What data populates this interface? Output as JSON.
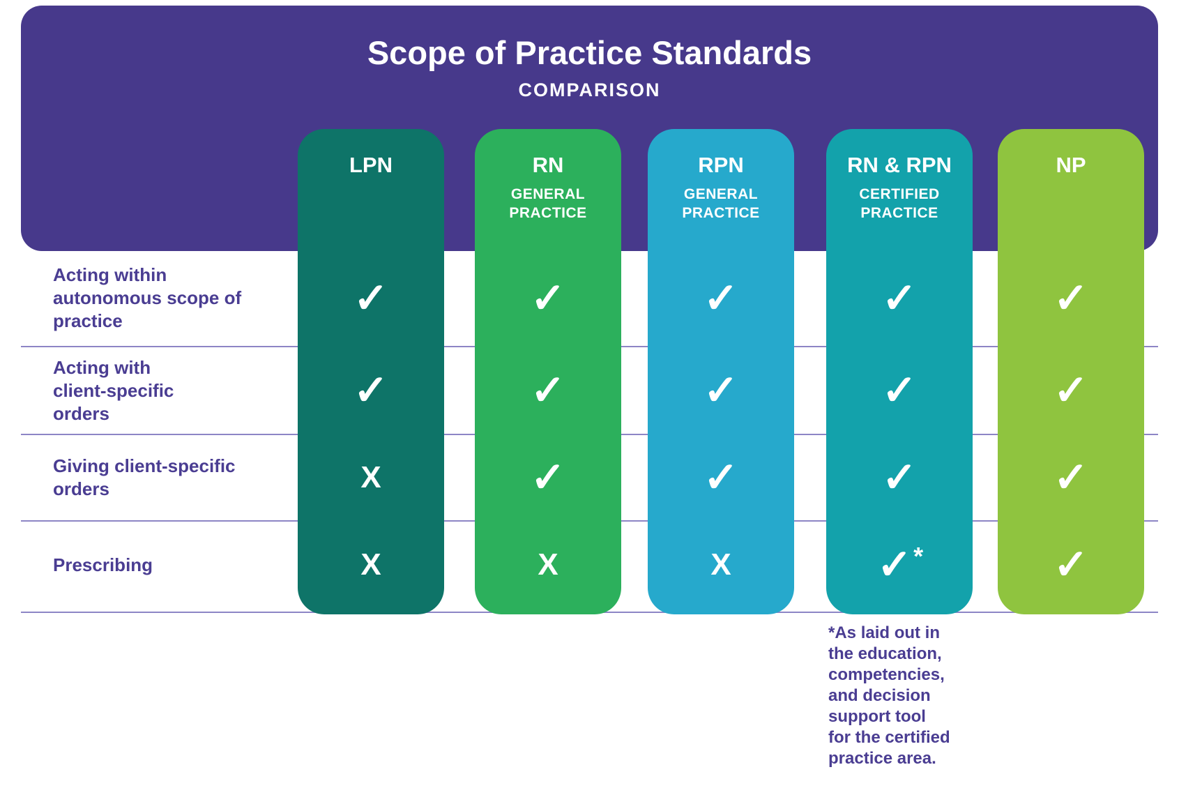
{
  "header": {
    "title": "Scope of Practice Standards",
    "subtitle": "COMPARISON"
  },
  "columns": [
    {
      "title": "LPN",
      "subtitle": "",
      "color": "#0e7468"
    },
    {
      "title": "RN",
      "subtitle": "GENERAL\nPRACTICE",
      "color": "#2cb05c"
    },
    {
      "title": "RPN",
      "subtitle": "GENERAL\nPRACTICE",
      "color": "#26a9cc"
    },
    {
      "title": "RN & RPN",
      "subtitle": "CERTIFIED\nPRACTICE",
      "color": "#13a2ab"
    },
    {
      "title": "NP",
      "subtitle": "",
      "color": "#8fc43f"
    }
  ],
  "rows": [
    {
      "label": "Acting within\nautonomous scope of\npractice",
      "marks": [
        "✓",
        "✓",
        "✓",
        "✓",
        "✓"
      ]
    },
    {
      "label": "Acting with\nclient-specific\norders",
      "marks": [
        "✓",
        "✓",
        "✓",
        "✓",
        "✓"
      ]
    },
    {
      "label": "Giving client-specific\norders",
      "marks": [
        "X",
        "✓",
        "✓",
        "✓",
        "✓"
      ]
    },
    {
      "label": "Prescribing",
      "marks": [
        "X",
        "X",
        "X",
        "✓",
        "✓"
      ]
    }
  ],
  "footnote": {
    "marker": "*",
    "text": "*As laid out in\nthe education,\ncompetencies,\nand decision\nsupport tool\nfor the certified\npractice area."
  },
  "colors": {
    "banner": "#47398b",
    "label_text": "#4a3d92",
    "divider": "#8d85c5",
    "mark": "#ffffff"
  },
  "chart_data": {
    "type": "table",
    "title": "Scope of Practice Standards",
    "subtitle": "COMPARISON",
    "columns": [
      "LPN",
      "RN GENERAL PRACTICE",
      "RPN GENERAL PRACTICE",
      "RN & RPN CERTIFIED PRACTICE",
      "NP"
    ],
    "rows": [
      "Acting within autonomous scope of practice",
      "Acting with client-specific orders",
      "Giving client-specific orders",
      "Prescribing"
    ],
    "values": [
      [
        "yes",
        "yes",
        "yes",
        "yes",
        "yes"
      ],
      [
        "yes",
        "yes",
        "yes",
        "yes",
        "yes"
      ],
      [
        "no",
        "yes",
        "yes",
        "yes",
        "yes"
      ],
      [
        "no",
        "no",
        "no",
        "yes*",
        "yes"
      ]
    ],
    "footnote": "*As laid out in the education, competencies, and decision support tool for the certified practice area."
  }
}
